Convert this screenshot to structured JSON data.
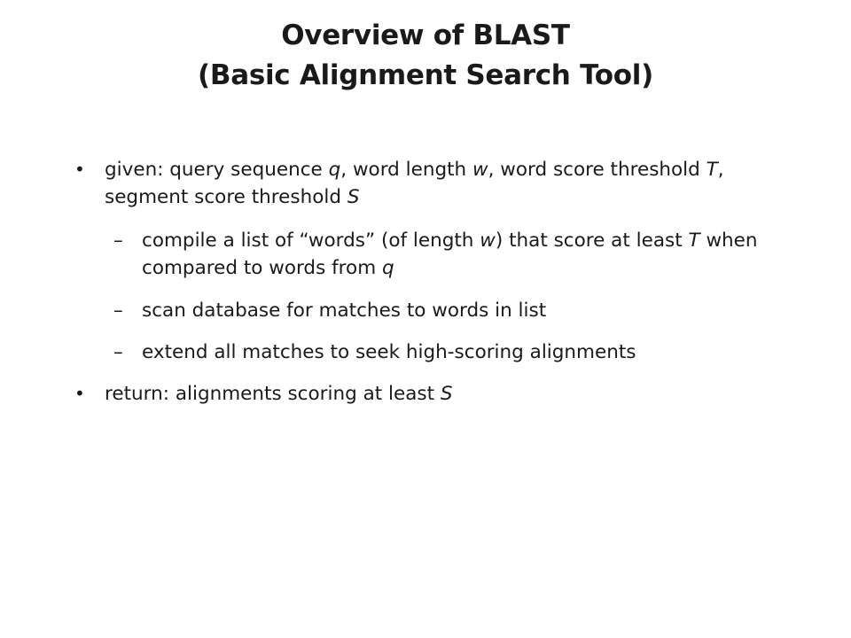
{
  "slide": {
    "title_line1": "Overview of  BLAST",
    "title_line2": "(Basic Alignment Search Tool)",
    "bullets": [
      {
        "marker": "•",
        "parts": [
          {
            "t": "given: query sequence ",
            "i": false
          },
          {
            "t": "q",
            "i": true
          },
          {
            "t": ", word length ",
            "i": false
          },
          {
            "t": "w",
            "i": true
          },
          {
            "t": ", word score threshold ",
            "i": false
          },
          {
            "t": "T",
            "i": true
          },
          {
            "t": ", segment score threshold ",
            "i": false
          },
          {
            "t": "S",
            "i": true
          }
        ]
      },
      {
        "marker": "–",
        "parts": [
          {
            "t": "compile a list of “words” (of length ",
            "i": false
          },
          {
            "t": "w",
            "i": true
          },
          {
            "t": ") that score at least ",
            "i": false
          },
          {
            "t": "T",
            "i": true
          },
          {
            "t": " when compared to words from ",
            "i": false
          },
          {
            "t": "q",
            "i": true
          }
        ]
      },
      {
        "marker": "–",
        "parts": [
          {
            "t": "scan database for matches to words in list",
            "i": false
          }
        ]
      },
      {
        "marker": "–",
        "parts": [
          {
            "t": "extend all matches to seek high-scoring alignments",
            "i": false
          }
        ]
      },
      {
        "marker": "•",
        "parts": [
          {
            "t": "return: alignments scoring at least ",
            "i": false
          },
          {
            "t": "S",
            "i": true
          }
        ]
      }
    ]
  }
}
